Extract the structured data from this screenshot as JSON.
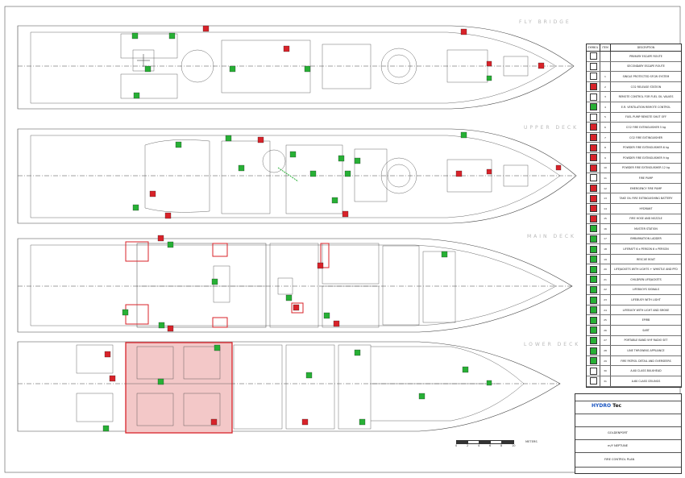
{
  "drawing": {
    "decks": [
      {
        "label": "FLY BRIDGE"
      },
      {
        "label": "UPPER DECK"
      },
      {
        "label": "MAIN DECK"
      },
      {
        "label": "LOWER DECK"
      }
    ]
  },
  "legend": {
    "headers": {
      "symbol": "SYMBOL",
      "item": "ITEM",
      "description": "DESCRIPTION"
    },
    "items": [
      {
        "ref": "",
        "desc": "PRIMARY ESCAPE ROUTE",
        "color": "#ffffff"
      },
      {
        "ref": "",
        "desc": "SECONDARY ESCAPE ROUTE",
        "color": "#ffffff"
      },
      {
        "ref": "1",
        "desc": "SINGLE PROTECTED SFCW SYSTEM",
        "color": "#ffffff"
      },
      {
        "ref": "2",
        "desc": "CO2 RELEASE STATION",
        "color": "#d8232a"
      },
      {
        "ref": "3",
        "desc": "REMOTE CONTROL FOR FUEL OIL VALVES",
        "color": "#ffffff"
      },
      {
        "ref": "4",
        "desc": "E.R. VENTILATION REMOTE CONTROL",
        "color": "#27b035"
      },
      {
        "ref": "5",
        "desc": "FUEL PUMP REMOTE SHUT OFF",
        "color": "#ffffff"
      },
      {
        "ref": "6",
        "desc": "CO2 FIRE EXTINGUISHER 5 kg",
        "color": "#d8232a"
      },
      {
        "ref": "7",
        "desc": "CO2 FIRE EXTINGUISHER",
        "color": "#d8232a"
      },
      {
        "ref": "8",
        "desc": "POWDER FIRE EXTINGUISHER 6 kg",
        "color": "#d8232a"
      },
      {
        "ref": "9",
        "desc": "POWDER FIRE EXTINGUISHER 9 kg",
        "color": "#d8232a"
      },
      {
        "ref": "10",
        "desc": "POWDER FIRE EXTINGUISHER 12 kg",
        "color": "#d8232a"
      },
      {
        "ref": "11",
        "desc": "FIRE PUMP",
        "color": "#ffffff"
      },
      {
        "ref": "12",
        "desc": "EMERGENCY FIRE PUMP",
        "color": "#d8232a"
      },
      {
        "ref": "13",
        "desc": "TAKE OIL FIRE EXTINGUISHING BATTERY",
        "color": "#d8232a"
      },
      {
        "ref": "14",
        "desc": "HYDRANT",
        "color": "#d8232a"
      },
      {
        "ref": "15",
        "desc": "FIRE HOSE AND NOZZLE",
        "color": "#d8232a"
      },
      {
        "ref": "16",
        "desc": "MUSTER STATION",
        "color": "#27b035"
      },
      {
        "ref": "17",
        "desc": "EMBARKATION LADDER",
        "color": "#27b035"
      },
      {
        "ref": "18",
        "desc": "LIFERAFT 6 x PERSON 6 x PERSON",
        "color": "#27b035"
      },
      {
        "ref": "19",
        "desc": "RESCUE BOAT",
        "color": "#27b035"
      },
      {
        "ref": "20",
        "desc": "LIFEJACKETS WITH LIGHTS + WHISTLE AND PFD",
        "color": "#27b035"
      },
      {
        "ref": "21",
        "desc": "CHILDREN LIFEJACKETS",
        "color": "#27b035"
      },
      {
        "ref": "22",
        "desc": "LIFEBUOYS SIGNALS",
        "color": "#27b035"
      },
      {
        "ref": "23",
        "desc": "LIFEBUOY WITH LIGHT",
        "color": "#27b035"
      },
      {
        "ref": "24",
        "desc": "LIFEBUOY WITH LIGHT AND SMOKE",
        "color": "#27b035"
      },
      {
        "ref": "25",
        "desc": "EPIRB",
        "color": "#27b035"
      },
      {
        "ref": "26",
        "desc": "SART",
        "color": "#27b035"
      },
      {
        "ref": "27",
        "desc": "PORTABLE BAND VHF RADIO SET",
        "color": "#27b035"
      },
      {
        "ref": "28",
        "desc": "LINE THROWING APPLIANCE",
        "color": "#27b035"
      },
      {
        "ref": "29",
        "desc": "FIRE PATROL DETAIL AND OVERSEERS",
        "color": "#27b035"
      },
      {
        "ref": "30",
        "desc": "A-60 CLASS BULKHEAD",
        "color": "#ffffff"
      },
      {
        "ref": "31",
        "desc": "A-60 CLASS CEILINGS",
        "color": "#ffffff"
      }
    ]
  },
  "title_block": {
    "company": "HYDRO",
    "company_suffix": "Tec",
    "project": "GOLDENPORT",
    "vessel": "m/Y NEPTUNE",
    "title": "FIRE CONTROL PLAN"
  },
  "scale": {
    "unit": "METERS",
    "ticks": [
      "0",
      "2",
      "4",
      "6",
      "8",
      "10"
    ]
  }
}
